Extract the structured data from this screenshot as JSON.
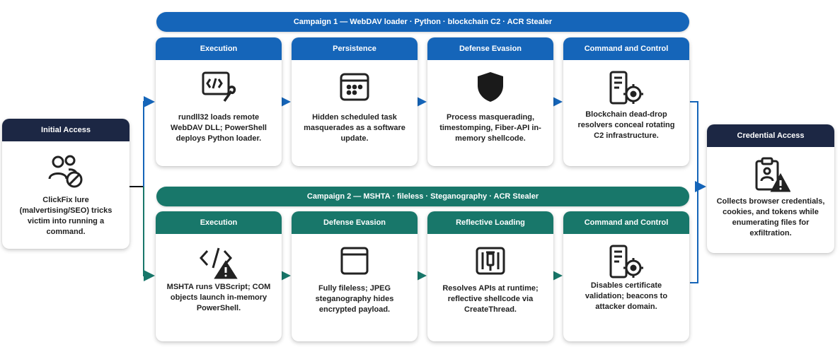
{
  "initial_access": {
    "header": "Initial Access",
    "icon": "users-blocked-icon",
    "text": "ClickFix lure (malvertising/SEO) tricks victim into running a command."
  },
  "credential_access": {
    "header": "Credential Access",
    "icon": "clipboard-warning-icon",
    "text": "Collects browser credentials, cookies, and tokens while enumerating files for exfiltration."
  },
  "campaign1": {
    "banner": "Campaign 1 — WebDAV loader · Python · blockchain C2 · ACR Stealer",
    "stages": [
      {
        "header": "Execution",
        "icon": "code-wrench-icon",
        "text": "rundll32 loads remote WebDAV DLL; PowerShell deploys Python loader."
      },
      {
        "header": "Persistence",
        "icon": "scheduled-task-icon",
        "text": "Hidden scheduled task masquerades as a software update."
      },
      {
        "header": "Defense Evasion",
        "icon": "shield-icon",
        "text": "Process masquerading, timestomping, Fiber-API in-memory shellcode."
      },
      {
        "header": "Command and Control",
        "icon": "server-target-icon",
        "text": "Blockchain dead-drop resolvers conceal rotating C2 infrastructure."
      }
    ]
  },
  "campaign2": {
    "banner": "Campaign 2 — MSHTA · fileless · Steganography · ACR Stealer",
    "stages": [
      {
        "header": "Execution",
        "icon": "code-warning-icon",
        "text": "MSHTA runs VBScript; COM objects launch in-memory PowerShell."
      },
      {
        "header": "Defense Evasion",
        "icon": "window-icon",
        "text": "Fully fileless; JPEG steganography hides encrypted payload."
      },
      {
        "header": "Reflective Loading",
        "icon": "memory-injection-icon",
        "text": "Resolves APIs at runtime; reflective shellcode via CreateThread."
      },
      {
        "header": "Command and Control",
        "icon": "server-target-icon",
        "text": "Disables certificate validation; beacons to attacker domain."
      }
    ]
  },
  "colors": {
    "blue": "#1565b9",
    "teal": "#18776a",
    "navy": "#1c2744"
  }
}
